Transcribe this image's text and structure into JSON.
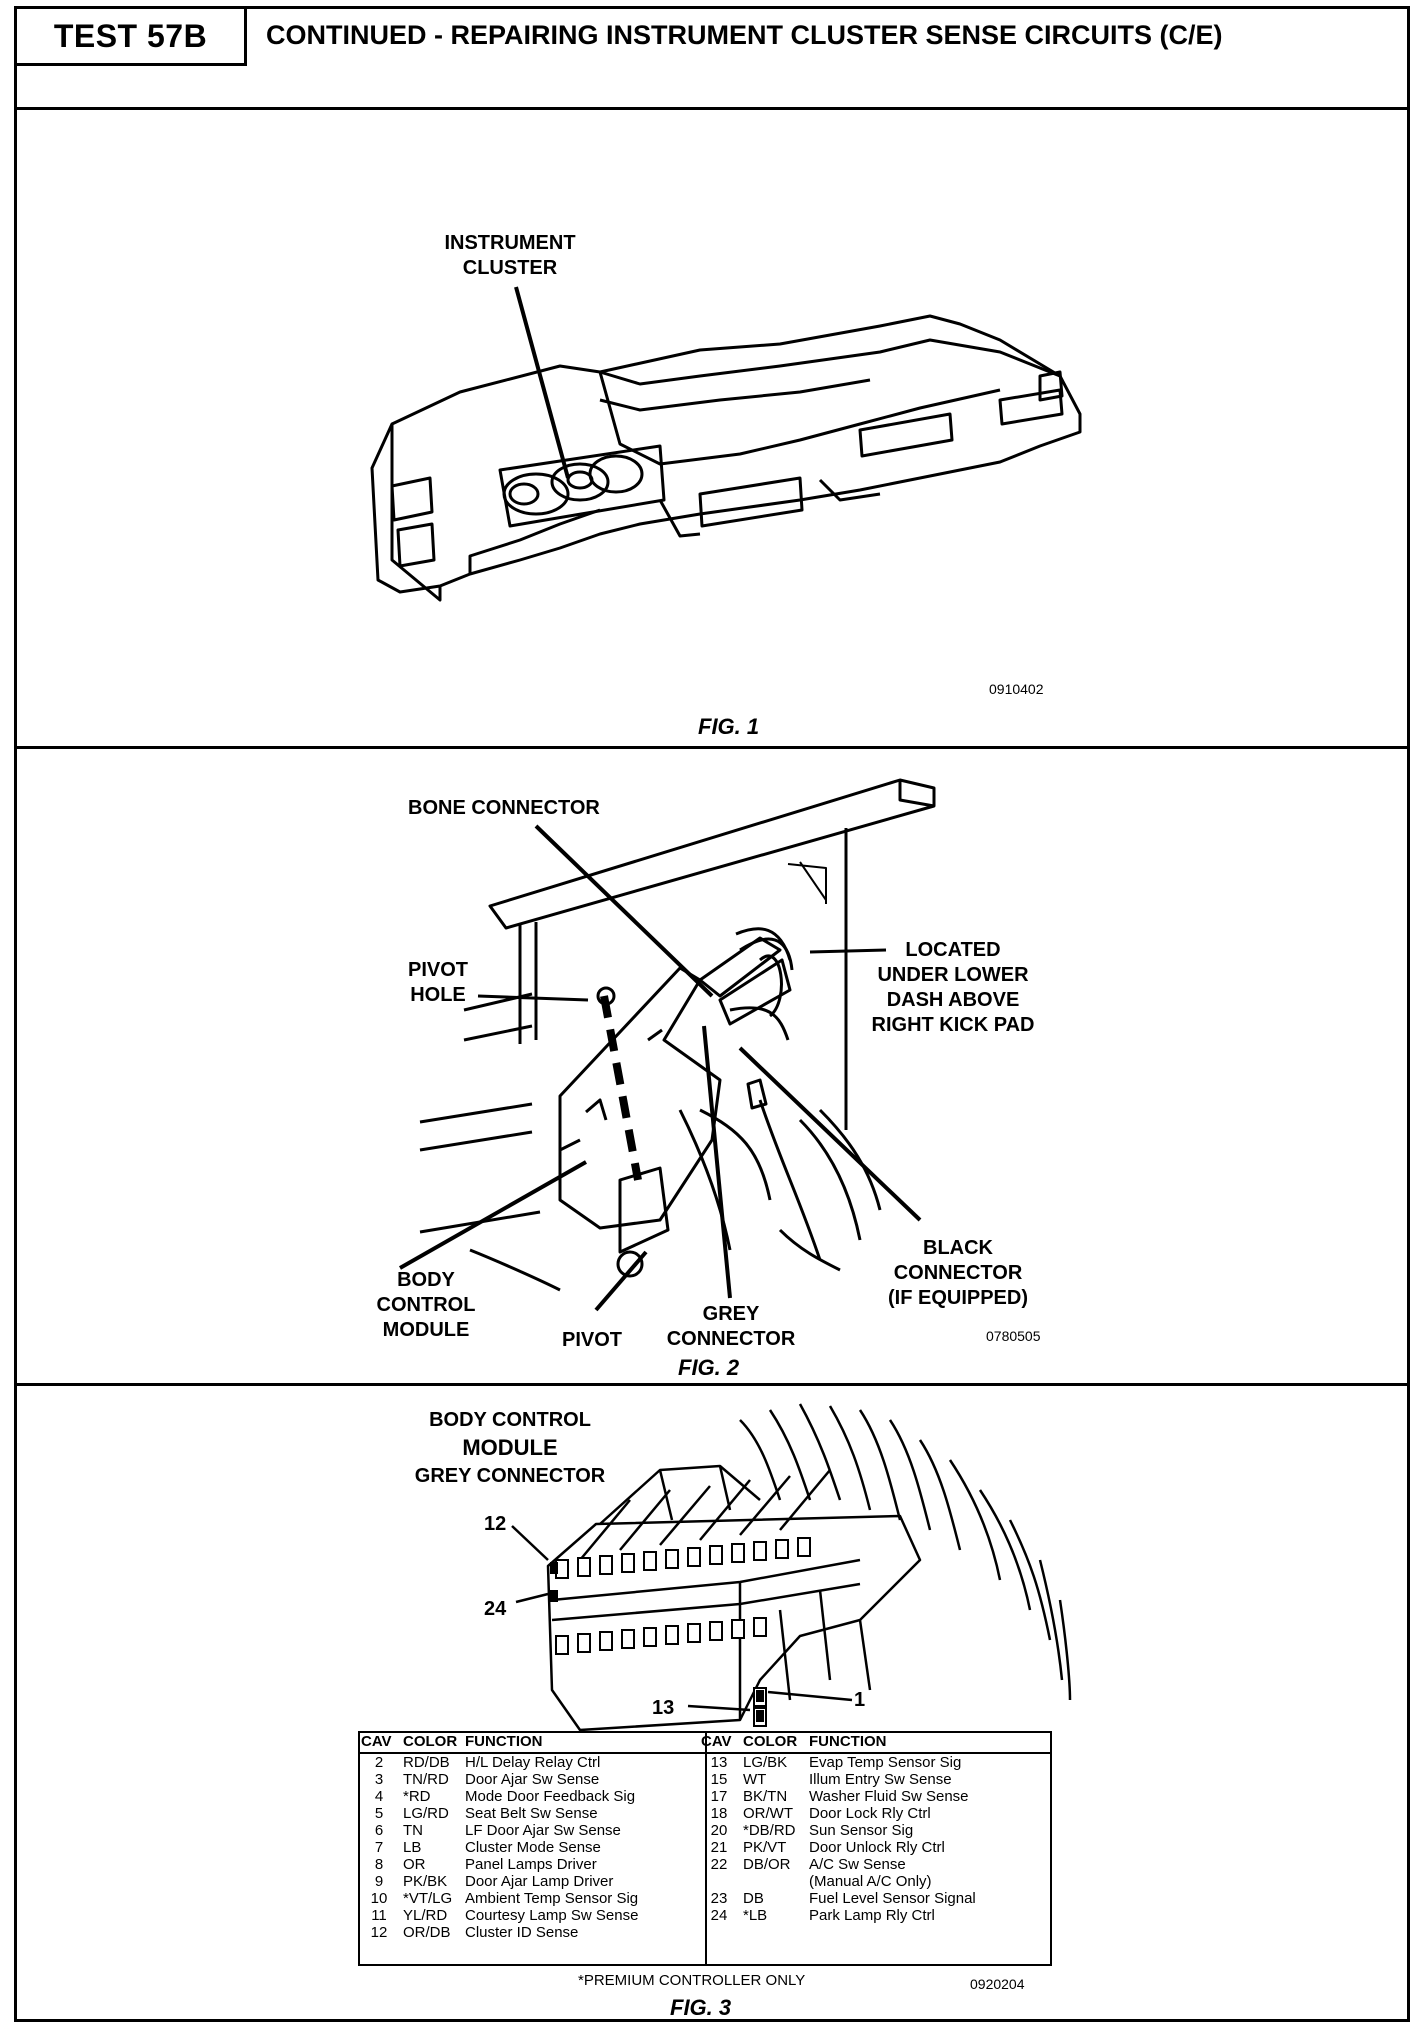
{
  "header": {
    "test_id": "TEST 57B",
    "title": "CONTINUED - REPAIRING INSTRUMENT CLUSTER SENSE CIRCUITS (C/E)"
  },
  "fig1": {
    "label_line1": "INSTRUMENT",
    "label_line2": "CLUSTER",
    "code": "0910402",
    "caption": "FIG. 1"
  },
  "fig2": {
    "bone_connector": "BONE CONNECTOR",
    "located_1": "LOCATED",
    "located_2": "UNDER LOWER",
    "located_3": "DASH ABOVE",
    "located_4": "RIGHT KICK PAD",
    "pivot_hole_1": "PIVOT",
    "pivot_hole_2": "HOLE",
    "black_1": "BLACK",
    "black_2": "CONNECTOR",
    "black_3": "(IF EQUIPPED)",
    "bcm_1": "BODY",
    "bcm_2": "CONTROL",
    "bcm_3": "MODULE",
    "pivot": "PIVOT",
    "grey_1": "GREY",
    "grey_2": "CONNECTOR",
    "code": "0780505",
    "caption": "FIG. 2"
  },
  "fig3": {
    "title_1": "BODY CONTROL",
    "title_2": "MODULE",
    "title_3": "GREY CONNECTOR",
    "pin_12": "12",
    "pin_24": "24",
    "pin_13": "13",
    "pin_1": "1",
    "table_headers": [
      "CAV",
      "COLOR",
      "FUNCTION"
    ],
    "left_rows": [
      {
        "cav": "2",
        "color": "RD/DB",
        "function": "H/L Delay Relay Ctrl"
      },
      {
        "cav": "3",
        "color": "TN/RD",
        "function": "Door Ajar Sw Sense"
      },
      {
        "cav": "4",
        "color": "*RD",
        "function": "Mode Door Feedback Sig"
      },
      {
        "cav": "5",
        "color": "LG/RD",
        "function": "Seat Belt Sw Sense"
      },
      {
        "cav": "6",
        "color": "TN",
        "function": "LF Door Ajar Sw Sense"
      },
      {
        "cav": "7",
        "color": "LB",
        "function": "Cluster Mode Sense"
      },
      {
        "cav": "8",
        "color": "OR",
        "function": "Panel Lamps Driver"
      },
      {
        "cav": "9",
        "color": "PK/BK",
        "function": "Door Ajar Lamp Driver"
      },
      {
        "cav": "10",
        "color": "*VT/LG",
        "function": "Ambient Temp Sensor Sig"
      },
      {
        "cav": "11",
        "color": "YL/RD",
        "function": "Courtesy Lamp Sw Sense"
      },
      {
        "cav": "12",
        "color": "OR/DB",
        "function": "Cluster ID Sense"
      }
    ],
    "right_rows": [
      {
        "cav": "13",
        "color": "LG/BK",
        "function": "Evap Temp Sensor Sig"
      },
      {
        "cav": "15",
        "color": "WT",
        "function": "Illum Entry Sw Sense"
      },
      {
        "cav": "17",
        "color": "BK/TN",
        "function": "Washer Fluid Sw Sense"
      },
      {
        "cav": "18",
        "color": "OR/WT",
        "function": "Door Lock Rly Ctrl"
      },
      {
        "cav": "20",
        "color": "*DB/RD",
        "function": "Sun Sensor Sig"
      },
      {
        "cav": "21",
        "color": "PK/VT",
        "function": "Door Unlock Rly Ctrl"
      },
      {
        "cav": "22",
        "color": "DB/OR",
        "function": "A/C Sw Sense"
      },
      {
        "cav": "",
        "color": "",
        "function": "(Manual A/C Only)"
      },
      {
        "cav": "23",
        "color": "DB",
        "function": "Fuel Level Sensor Signal"
      },
      {
        "cav": "24",
        "color": "*LB",
        "function": "Park Lamp Rly Ctrl"
      },
      {
        "cav": "",
        "color": "",
        "function": ""
      }
    ],
    "footnote": "*PREMIUM CONTROLLER ONLY",
    "code": "0920204",
    "caption": "FIG. 3"
  }
}
